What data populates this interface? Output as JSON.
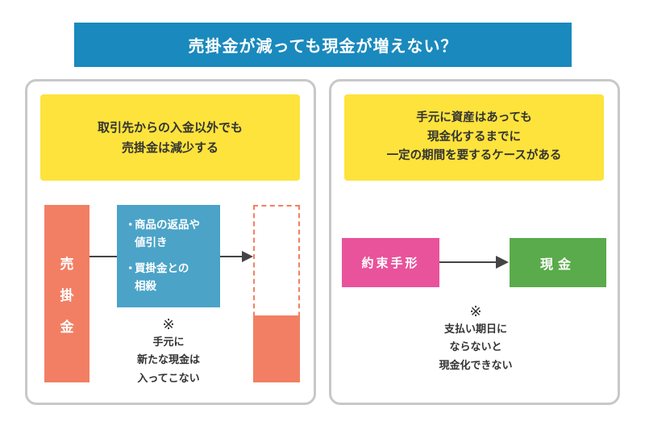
{
  "title": "売掛金が減っても現金が増えない？",
  "left": {
    "header_lines": [
      "取引先からの入金以外でも",
      "売掛金は減少する"
    ],
    "ar_box_chars": [
      "売",
      "掛",
      "金"
    ],
    "reasons": [
      {
        "bullet": "・",
        "lines": [
          "商品の返品や",
          "値引き"
        ]
      },
      {
        "bullet": "・",
        "lines": [
          "買掛金との",
          "相殺"
        ]
      }
    ],
    "note": {
      "mark": "※",
      "lines": [
        "手元に",
        "新たな現金は",
        "入ってこない"
      ]
    }
  },
  "right": {
    "header_lines": [
      "手元に資産はあっても",
      "現金化するまでに",
      "一定の期間を要するケースがある"
    ],
    "from_label": "約束手形",
    "to_label": "現金",
    "note": {
      "mark": "※",
      "lines": [
        "支払い期日に",
        "ならないと",
        "現金化できない"
      ]
    }
  },
  "colors": {
    "title_bg": "#1a89bd",
    "header_bg": "#fde33c",
    "receivable": "#f27f63",
    "reason_box": "#4ba3c8",
    "promissory_note": "#e8539b",
    "cash": "#5aab4b",
    "panel_border": "#c8c8c8"
  },
  "icons": [
    "arrow-right-icon"
  ]
}
